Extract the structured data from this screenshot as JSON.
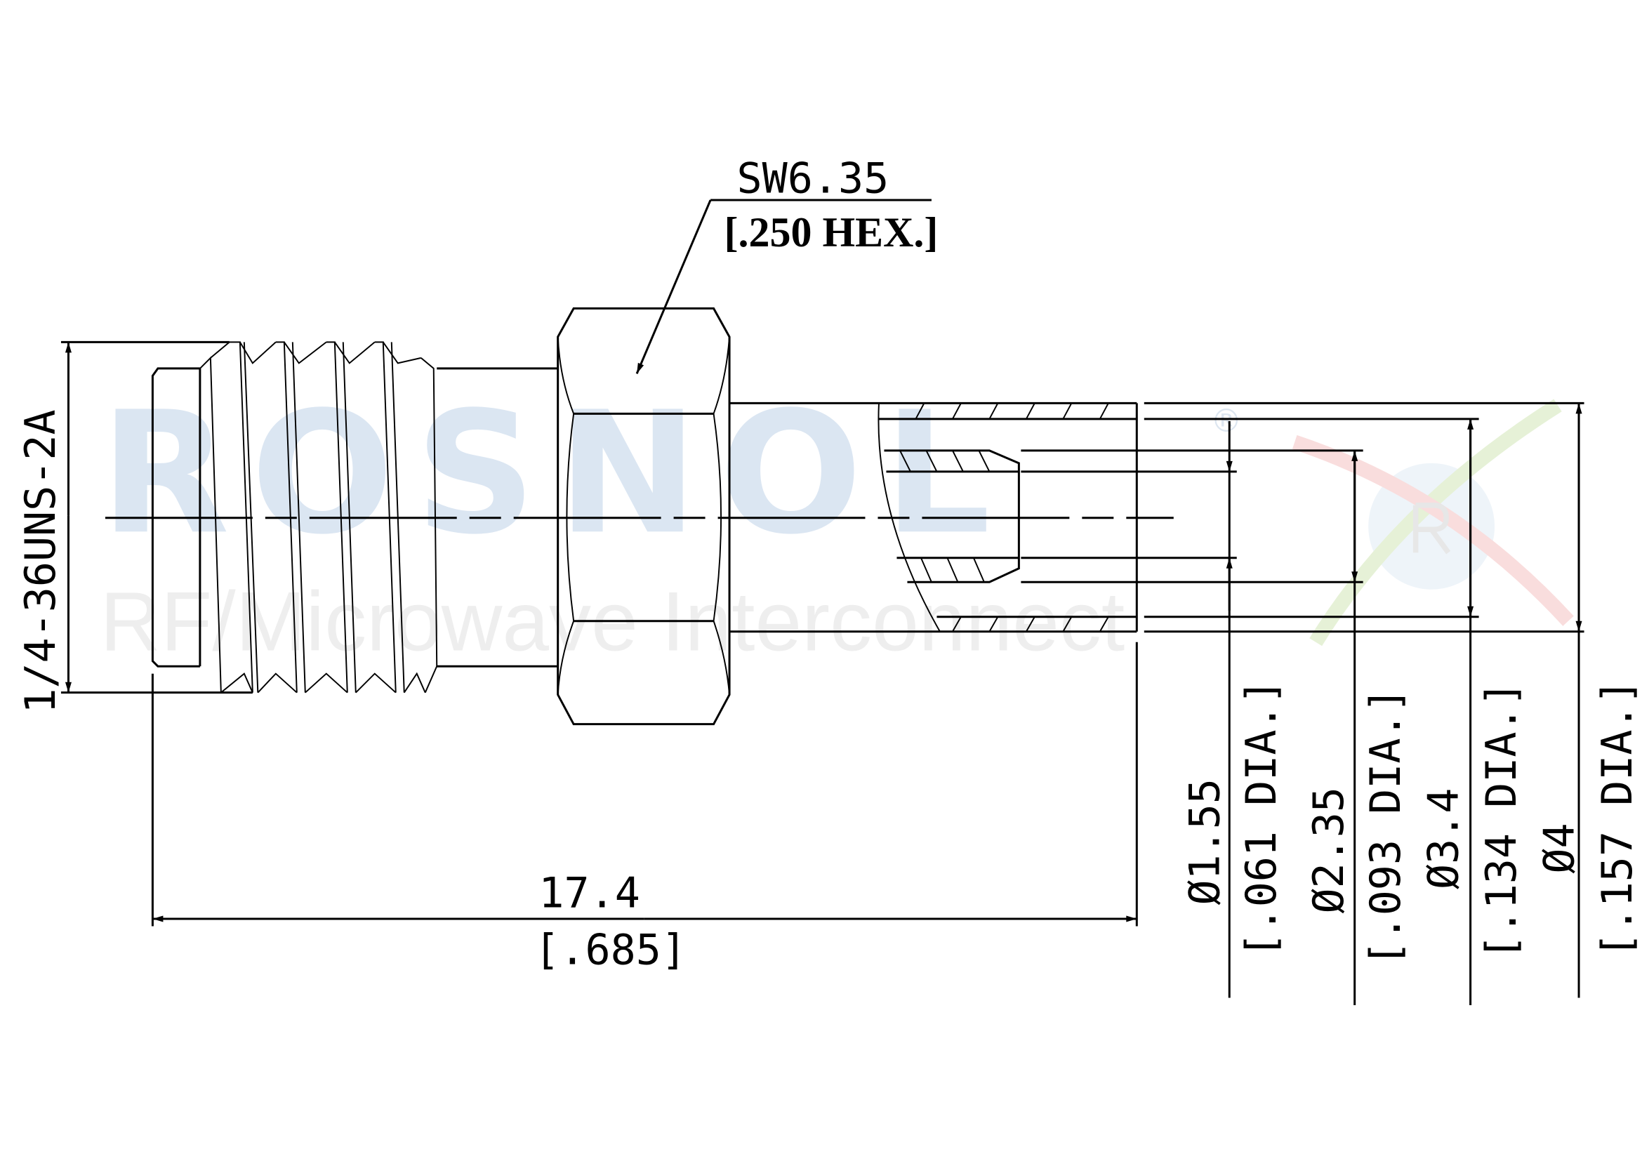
{
  "watermark": {
    "brand": "ROSNOL",
    "tagline": "RF/Microwave Interconnect",
    "registered": "®"
  },
  "hex": {
    "size": "SW6.35",
    "imperial": "[.250 HEX.]"
  },
  "thread": {
    "spec": "1/4-36UNS-2A"
  },
  "length": {
    "metric": "17.4",
    "imperial": "[.685]"
  },
  "diameters": [
    {
      "metric": "Ø1.55",
      "imperial": "[.061 DIA.]"
    },
    {
      "metric": "Ø2.35",
      "imperial": "[.093 DIA.]"
    },
    {
      "metric": "Ø3.4",
      "imperial": "[.134 DIA.]"
    },
    {
      "metric": "Ø4",
      "imperial": "[.157 DIA.]"
    }
  ]
}
